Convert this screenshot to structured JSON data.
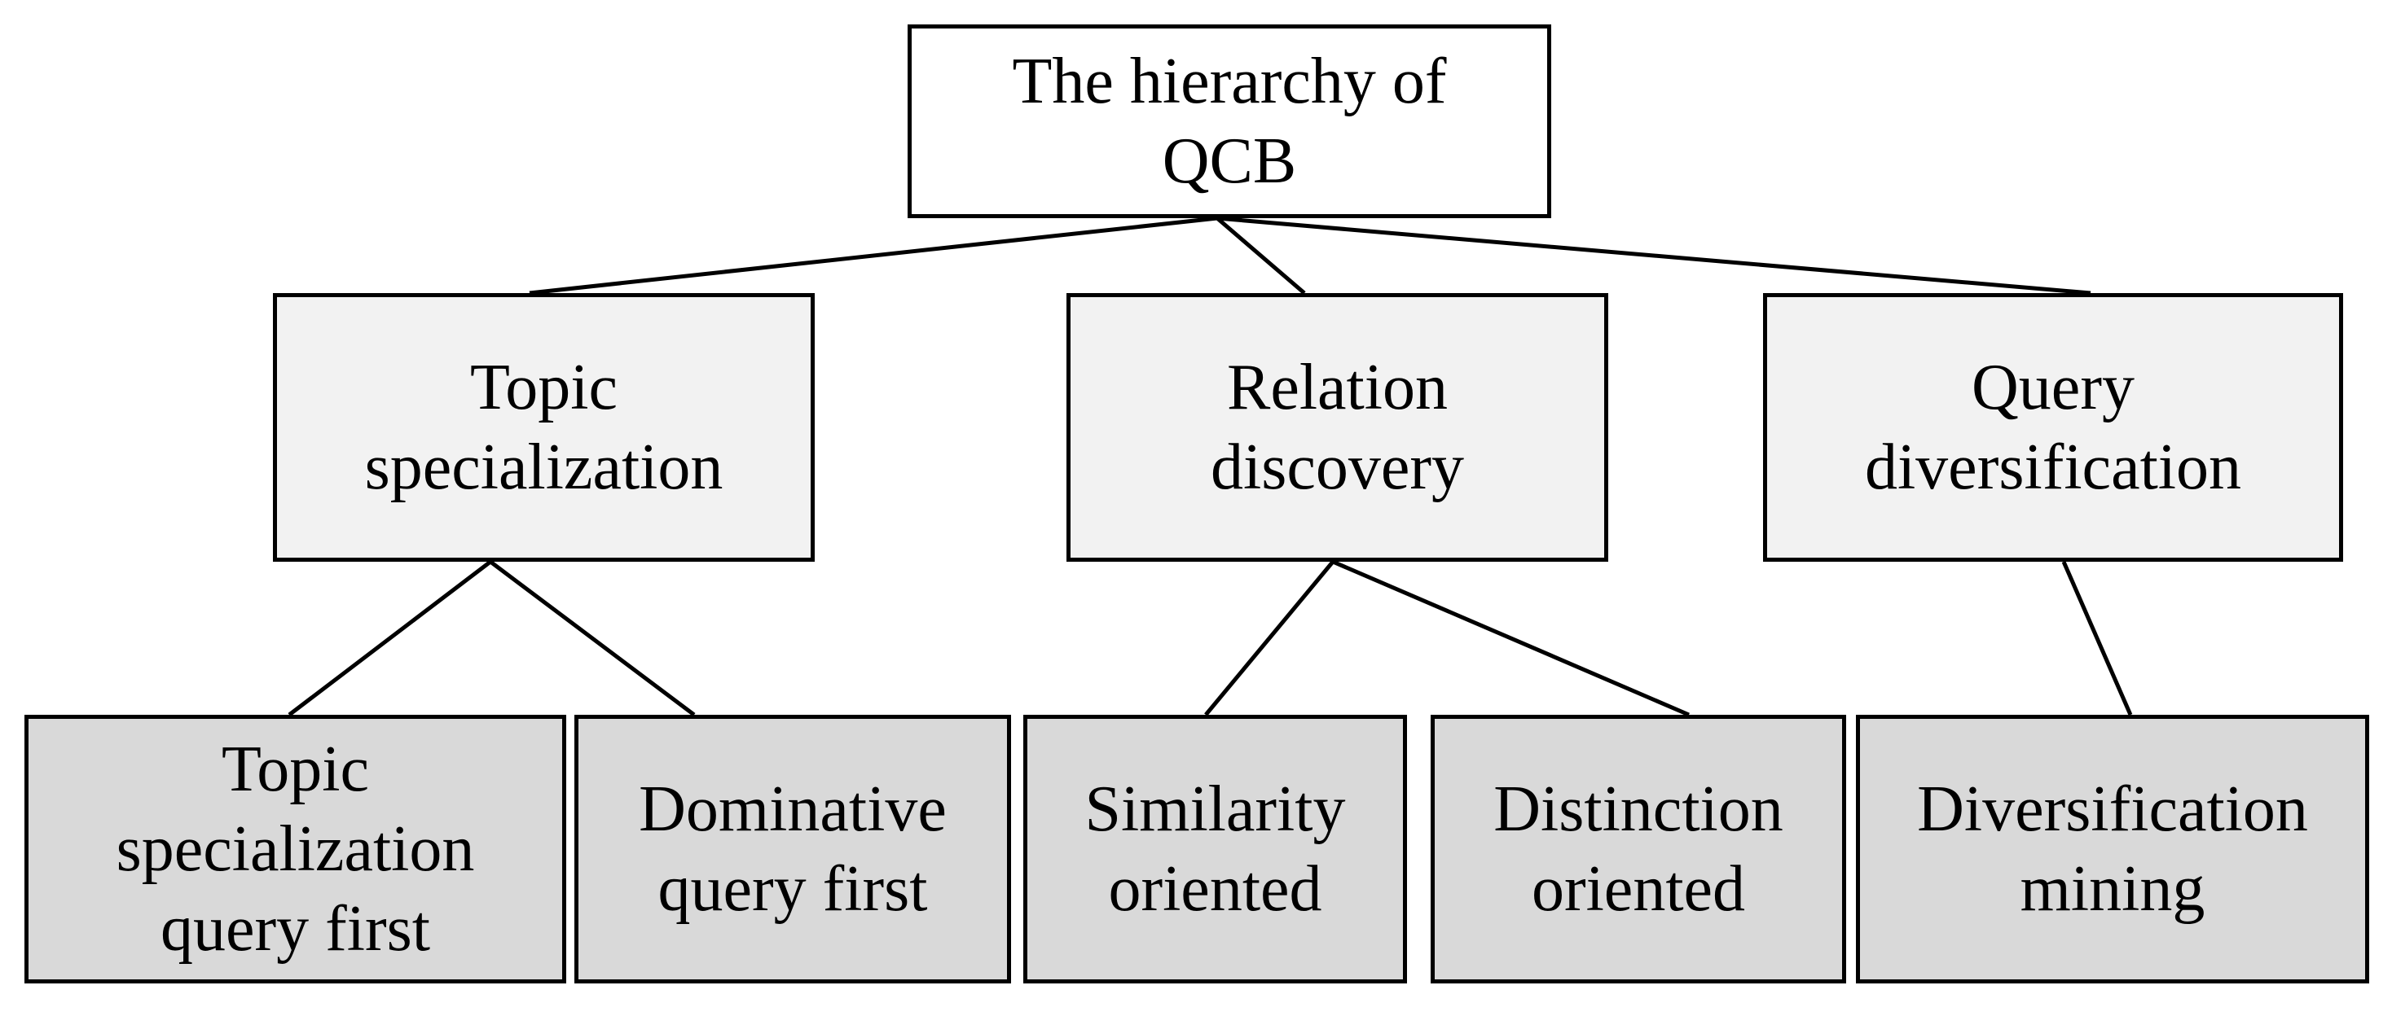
{
  "diagram": {
    "root": {
      "label": "The hierarchy of\nQCB"
    },
    "categories": [
      {
        "label": "Topic\nspecialization"
      },
      {
        "label": "Relation\ndiscovery"
      },
      {
        "label": "Query\ndiversification"
      }
    ],
    "leaves": [
      {
        "label": "Topic\nspecialization\nquery first",
        "parent": 0
      },
      {
        "label": "Dominative\nquery first",
        "parent": 0
      },
      {
        "label": "Similarity\noriented",
        "parent": 1
      },
      {
        "label": "Distinction\noriented",
        "parent": 1
      },
      {
        "label": "Diversification\nmining",
        "parent": 2
      }
    ],
    "colors": {
      "line": "#000000",
      "root_fill": "#ffffff",
      "category_fill": "#f2f2f2",
      "leaf_fill": "#d9d9d9"
    }
  }
}
